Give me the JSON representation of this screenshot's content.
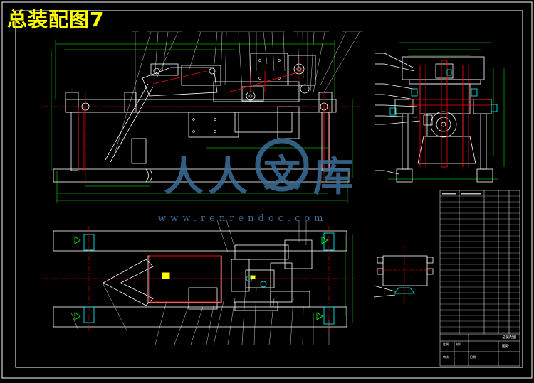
{
  "title": "总装配图7",
  "watermark": {
    "chars": [
      "人",
      "人",
      "文",
      "库"
    ],
    "url": "www.renrendoc.com"
  },
  "colors": {
    "background": "#000000",
    "title": "#ffff00",
    "line_white": "#ffffff",
    "line_green": "#00ff00",
    "line_red": "#ff0000",
    "line_cyan": "#00ffff",
    "line_yellow": "#ffff00",
    "watermark": "#3b6f9a"
  },
  "title_block": {
    "cells": [
      "总装配图",
      "比例",
      "材料",
      "图号",
      "审核",
      "日期"
    ]
  }
}
